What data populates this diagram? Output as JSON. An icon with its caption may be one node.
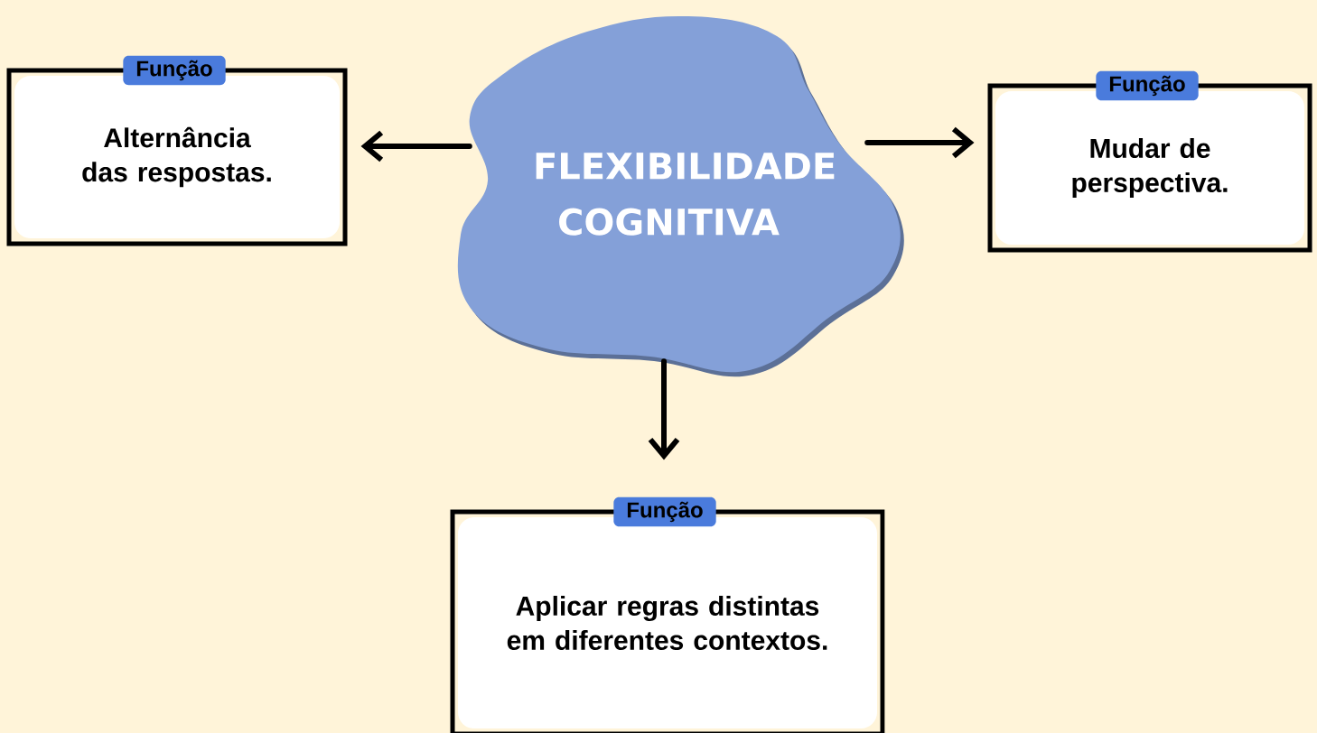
{
  "diagram": {
    "nodes": [
      {
        "text": [
          "Função",
          "Alternância das respostas."
        ]
      },
      {
        "text": [
          "FLEXIBILIDADE COGNITIVA"
        ]
      },
      {
        "text": [
          "Função",
          "Mudar de perspectiva."
        ]
      },
      {
        "text": [
          "Função",
          "Aplicar regras distintas em diferentes contextos."
        ]
      }
    ],
    "edges": [
      {
        "from": 1,
        "to": 0,
        "arrow": "to"
      },
      {
        "from": 1,
        "to": 2,
        "arrow": "to"
      },
      {
        "from": 1,
        "to": 3,
        "arrow": "to"
      }
    ]
  }
}
